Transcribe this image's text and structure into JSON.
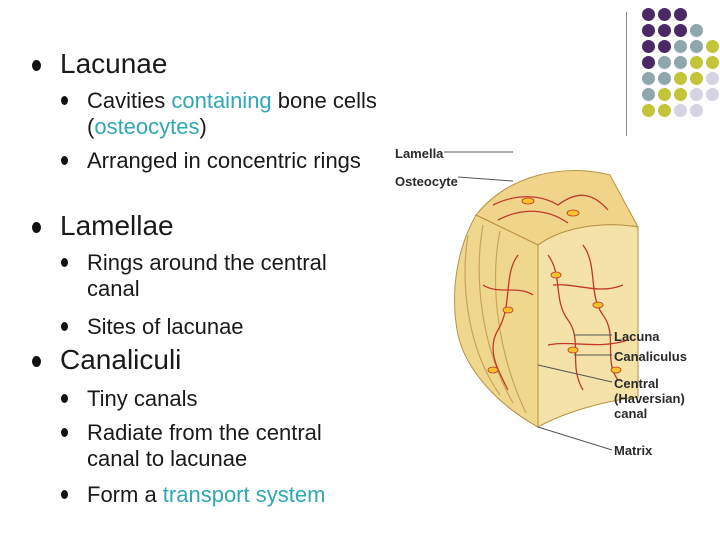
{
  "bullets": [
    {
      "title": "Lacunae",
      "subs": [
        {
          "parts": [
            "Cavities ",
            "containing",
            " bone cells (",
            "osteocytes",
            ")"
          ]
        },
        {
          "text": "Arranged in concentric rings"
        }
      ]
    },
    {
      "title": "Lamellae",
      "subs": [
        {
          "text": "Rings around the central canal"
        },
        {
          "text": "Sites of lacunae"
        }
      ]
    },
    {
      "title": "Canaliculi",
      "subs": [
        {
          "text": "Tiny canals"
        },
        {
          "text": "Radiate from the central canal to lacunae"
        },
        {
          "parts": [
            "Form a ",
            "transport system"
          ]
        }
      ]
    }
  ],
  "figure": {
    "labels": {
      "lamella": "Lamella",
      "osteocyte": "Osteocyte",
      "lacuna": "Lacuna",
      "canaliculus": "Canaliculus",
      "central": "Central\n(Haversian)\ncanal",
      "matrix": "Matrix"
    }
  },
  "colors": {
    "highlight": "#2fa7b4",
    "deco_purple": "#4b2a63",
    "deco_teal": "#8ea7ad",
    "deco_olive": "#c4c43a",
    "deco_light": "#d4d4e2",
    "bone": "#f3dc96",
    "bone_dark": "#e2bf62",
    "canal_red": "#c0392b"
  }
}
